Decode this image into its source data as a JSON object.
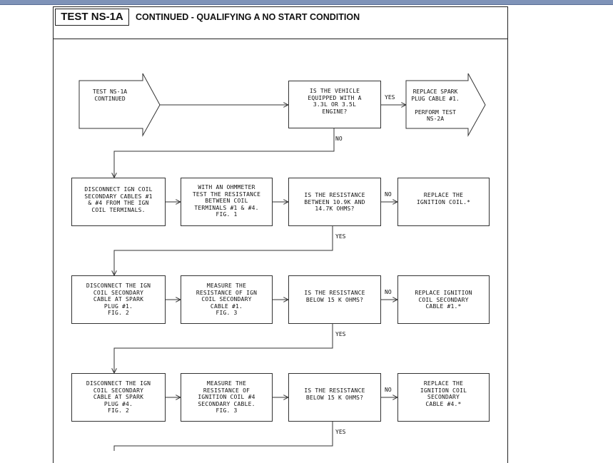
{
  "header": {
    "test_id": "TEST NS-1A",
    "title": "CONTINUED - QUALIFYING A NO START CONDITION"
  },
  "start": {
    "text": "TEST NS-1A\nCONTINUED"
  },
  "q_engine": {
    "text": "IS THE VEHICLE\nEQUIPPED WITH A\n3.3L OR 3.5L\nENGINE?"
  },
  "replace_spark": {
    "text": "REPLACE SPARK\nPLUG CABLE #1.\n\nPERFORM TEST\nNS-2A"
  },
  "row1": {
    "step1": "DISCONNECT IGN COIL\nSECONDARY CABLES #1\n& #4 FROM THE IGN\nCOIL TERMINALS.",
    "step2": "WITH AN OHMMETER\nTEST THE RESISTANCE\nBETWEEN COIL\nTERMINALS #1 & #4.\nFIG. 1",
    "question": "IS THE RESISTANCE\nBETWEEN 10.9K AND\n14.7K OHMS?",
    "result": "REPLACE THE\nIGNITION COIL.*"
  },
  "row2": {
    "step1": "DISCONNECT THE IGN\nCOIL SECONDARY\nCABLE AT SPARK\nPLUG #1.\nFIG. 2",
    "step2": "MEASURE THE\nRESISTANCE OF IGN\nCOIL SECONDARY\nCABLE #1.\nFIG. 3",
    "question": "IS THE RESISTANCE\nBELOW 15 K OHMS?",
    "result": "REPLACE IGNITION\nCOIL SECONDARY\nCABLE #1.*"
  },
  "row3": {
    "step1": "DISCONNECT THE IGN\nCOIL SECONDARY\nCABLE AT SPARK\nPLUG #4.\nFIG. 2",
    "step2": "MEASURE THE\nRESISTANCE OF\nIGNITION COIL #4\nSECONDARY CABLE.\nFIG. 3",
    "question": "IS THE RESISTANCE\nBELOW 15 K OHMS?",
    "result": "REPLACE THE\nIGNITION COIL\nSECONDARY\nCABLE #4.*"
  },
  "labels": {
    "yes": "YES",
    "no": "NO"
  }
}
